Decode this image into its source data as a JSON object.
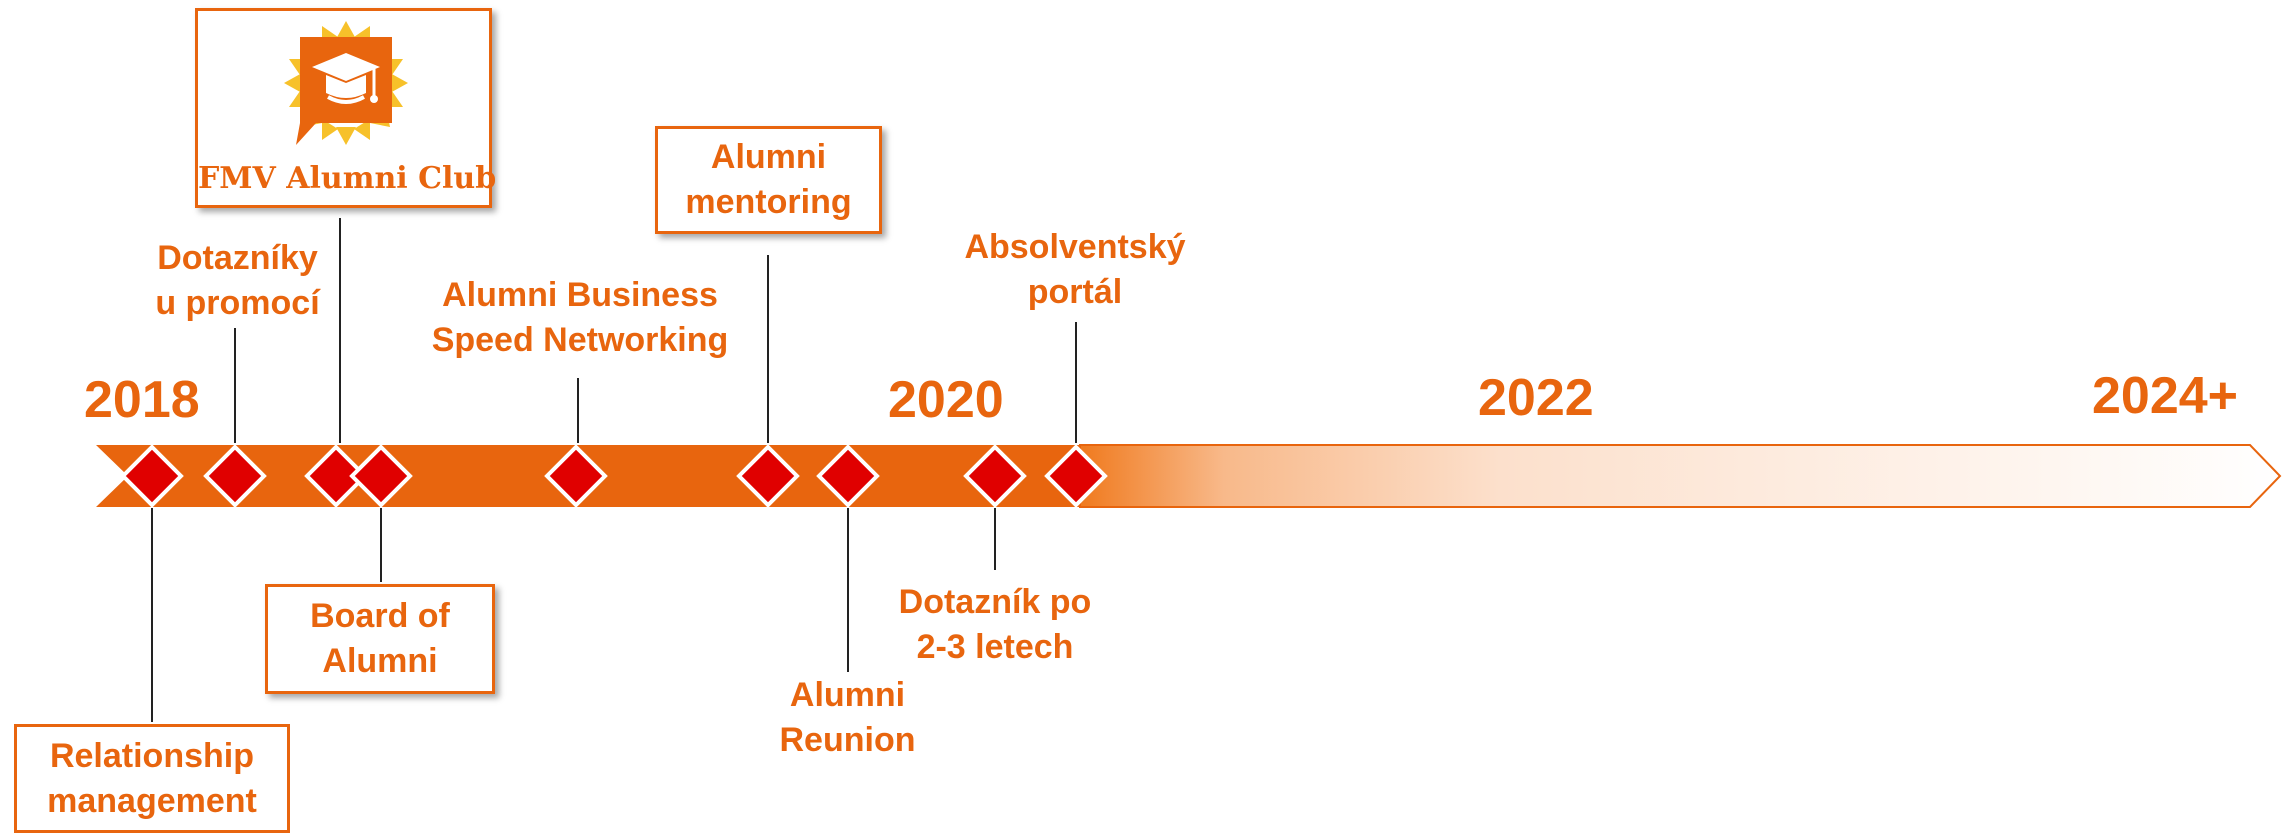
{
  "timeline": {
    "years": [
      "2018",
      "2020",
      "2022",
      "2024+"
    ],
    "logo": {
      "text": "FMV Alumni Club",
      "icon": "graduation-cap-icon"
    },
    "milestones": {
      "dotazniky": "Dotazníky\nu promocí",
      "business_networking": "Alumni Business\nSpeed Networking",
      "mentoring": "Alumni\nmentoring",
      "portal": "Absolventský\nportál",
      "board": "Board of\nAlumni",
      "relationship": "Relationship\nmanagement",
      "dotaznik_po": "Dotazník po\n2-3 letech",
      "reunion": "Alumni\nReunion"
    },
    "colors": {
      "accent": "#E8650E",
      "marker": "#E00000",
      "fade": "#FCE3D2"
    }
  }
}
